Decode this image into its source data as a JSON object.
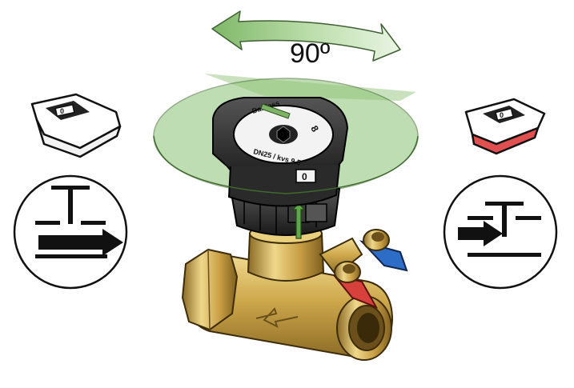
{
  "rotation": {
    "label": "90º"
  },
  "dial": {
    "brand_text": "Danfoss",
    "size_text": "DN25 / kvs 9.5",
    "scale_number": "8",
    "setting_number": "0"
  },
  "colors": {
    "rotation_arrow": "#8fc27a",
    "rotation_plane": "#7db464",
    "brass": "#c9a64a",
    "knob": "#2c2c2c",
    "closed_indicator": "#e05050",
    "red_handle": "#d8413b",
    "blue_handle": "#2d6cc7"
  },
  "icons": {
    "left_handle": "handle-open-icon",
    "right_handle": "handle-closed-icon",
    "left_symbol": "valve-open-symbol-icon",
    "right_symbol": "valve-closed-symbol-icon"
  }
}
